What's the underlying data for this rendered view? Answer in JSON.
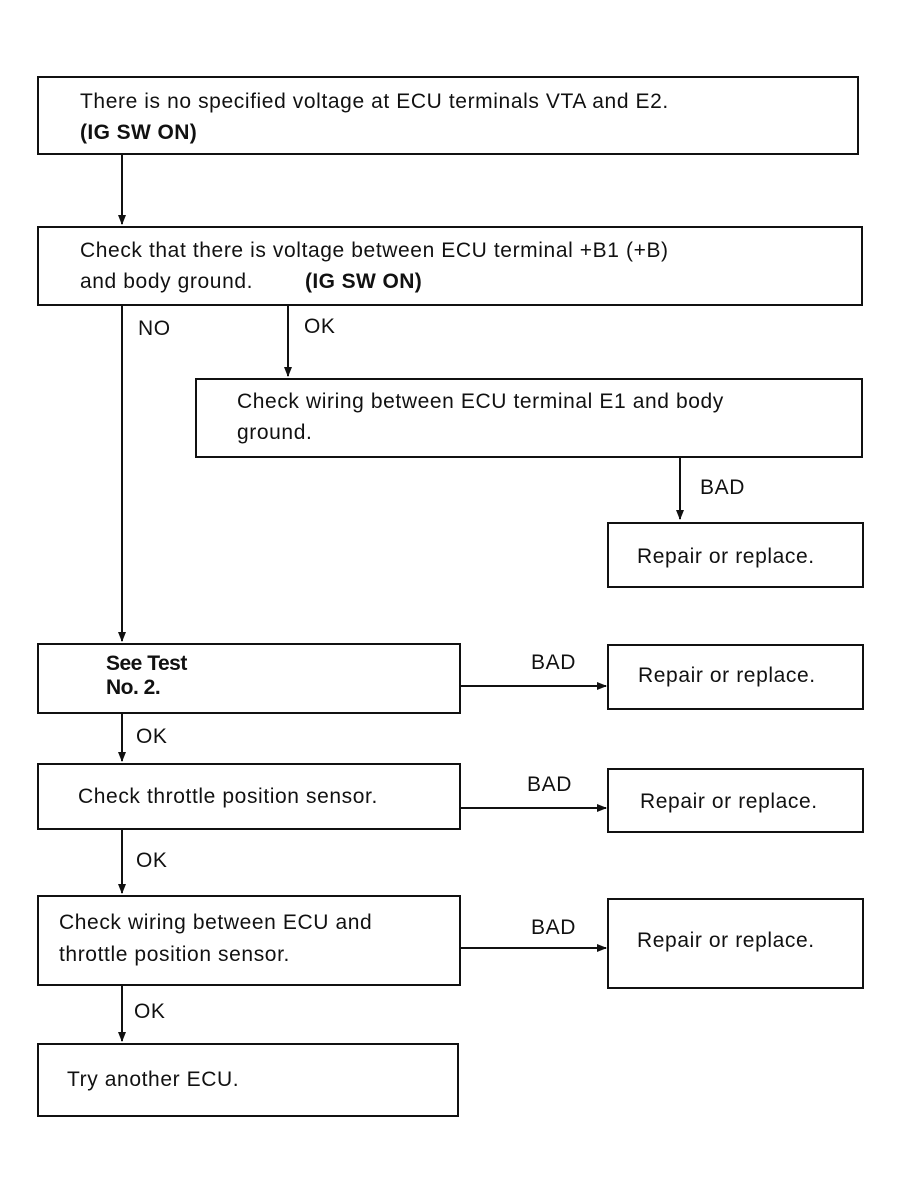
{
  "box1": {
    "line1": "There is no specified voltage at ECU terminals VTA and E2.",
    "line2": "(IG SW ON)"
  },
  "box2": {
    "line1": "Check that there is voltage between ECU terminal +B1 (+B)",
    "line2_a": "and body ground.",
    "line2_b": "(IG SW ON)"
  },
  "box3": {
    "line1": "Check wiring between ECU terminal E1 and body",
    "line2": "ground."
  },
  "box4": {
    "text": "Repair or replace."
  },
  "box5": {
    "line1": "See Test",
    "line2": "No. 2."
  },
  "box6": {
    "text": "Repair or replace."
  },
  "box7": {
    "text": "Check throttle position sensor."
  },
  "box8": {
    "text": "Repair or replace."
  },
  "box9": {
    "line1": "Check wiring between ECU and",
    "line2": "throttle position sensor."
  },
  "box10": {
    "text": "Repair or replace."
  },
  "box11": {
    "text": "Try another ECU."
  },
  "labels": {
    "no": "NO",
    "ok_box2": "OK",
    "bad_box3": "BAD",
    "bad_box5": "BAD",
    "ok_box5": "OK",
    "bad_box7": "BAD",
    "ok_box7": "OK",
    "bad_box9": "BAD",
    "ok_box9": "OK"
  }
}
